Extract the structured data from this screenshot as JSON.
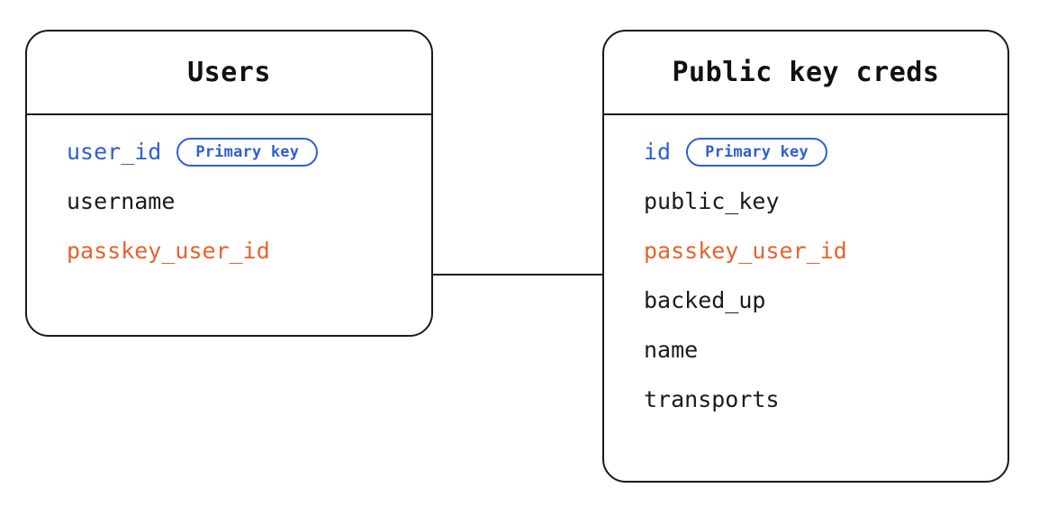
{
  "diagram": {
    "type": "entity-relationship",
    "background_color": "#ffffff",
    "colors": {
      "border": "#1a1a1a",
      "text": "#1a1a1a",
      "primary_key": "#2f5fd1",
      "foreign_key": "#e8622c"
    },
    "entities": [
      {
        "id": "users",
        "title": "Users",
        "fields": [
          {
            "name": "user_id",
            "role": "primary_key",
            "badge": "Primary key"
          },
          {
            "name": "username",
            "role": "plain",
            "badge": null
          },
          {
            "name": "passkey_user_id",
            "role": "foreign_key",
            "badge": null
          }
        ]
      },
      {
        "id": "public_key_creds",
        "title": "Public key creds",
        "fields": [
          {
            "name": "id",
            "role": "primary_key",
            "badge": "Primary key"
          },
          {
            "name": "public_key",
            "role": "plain",
            "badge": null
          },
          {
            "name": "passkey_user_id",
            "role": "foreign_key",
            "badge": null
          },
          {
            "name": "backed_up",
            "role": "plain",
            "badge": null
          },
          {
            "name": "name",
            "role": "plain",
            "badge": null
          },
          {
            "name": "transports",
            "role": "plain",
            "badge": null
          }
        ]
      }
    ],
    "relationships": [
      {
        "id": "users-to-public-key-creds",
        "from_entity": "Users",
        "from_field": "passkey_user_id",
        "to_entity": "Public key creds",
        "to_field": "passkey_user_id",
        "style": "straight-line",
        "label": ""
      }
    ]
  }
}
